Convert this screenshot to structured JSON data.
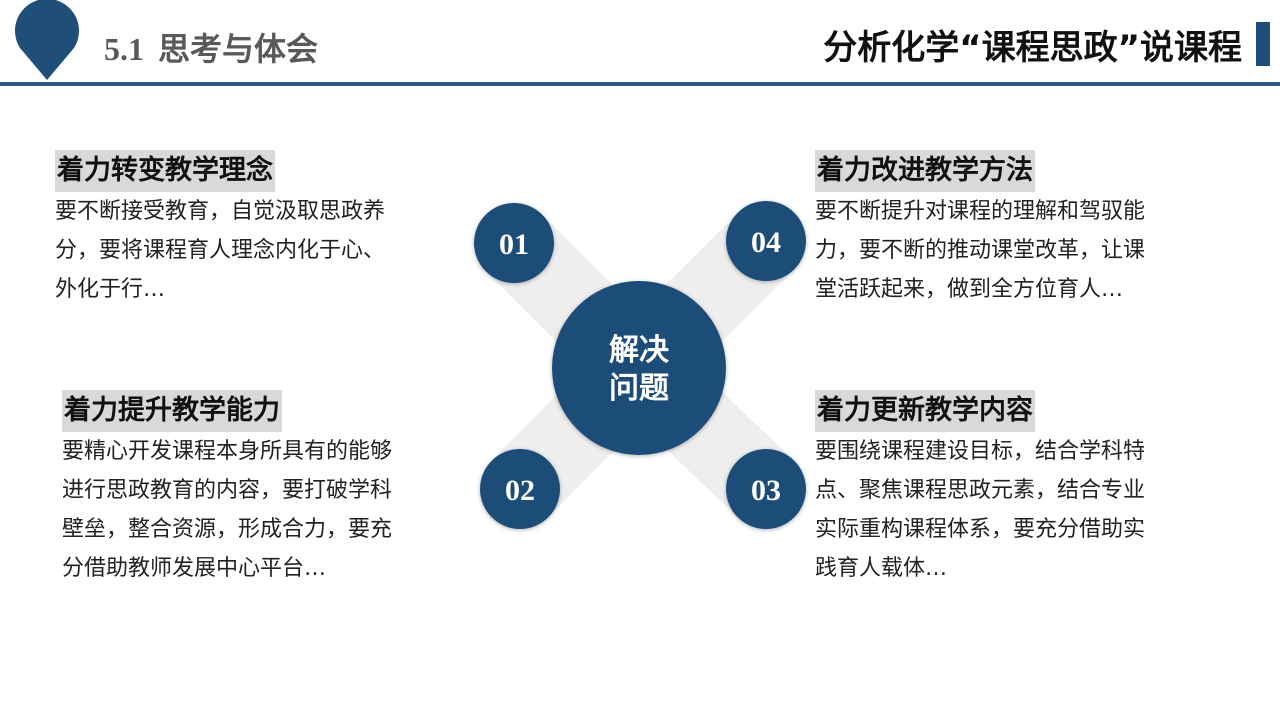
{
  "header": {
    "section_number": "5.1",
    "section_title": "思考与体会",
    "main_title": "分析化学“课程思政”说课程"
  },
  "colors": {
    "primary": "#1f4e79",
    "band": "#eeeeee",
    "heading_bg": "#d9d9d9"
  },
  "diagram": {
    "center_line1": "解决",
    "center_line2": "问题",
    "nodes": [
      "01",
      "02",
      "03",
      "04"
    ]
  },
  "blocks": {
    "b01": {
      "heading": "着力转变教学理念",
      "lines": [
        "要不断接受教育，自觉汲取思政养",
        "分，要将课程育人理念内化于心、",
        "外化于行…"
      ]
    },
    "b02": {
      "heading": "着力提升教学能力",
      "lines": [
        "要精心开发课程本身所具有的能够",
        "进行思政教育的内容，要打破学科",
        "壁垒，整合资源，形成合力，要充",
        "分借助教师发展中心平台…"
      ]
    },
    "b03": {
      "heading": "着力更新教学内容",
      "lines": [
        "要围绕课程建设目标，结合学科特",
        "点、聚焦课程思政元素，结合专业",
        "实际重构课程体系，要充分借助实",
        "践育人载体…"
      ]
    },
    "b04": {
      "heading": "着力改进教学方法",
      "lines": [
        "要不断提升对课程的理解和驾驭能",
        "力，要不断的推动课堂改革，让课",
        "堂活跃起来，做到全方位育人…"
      ]
    }
  }
}
